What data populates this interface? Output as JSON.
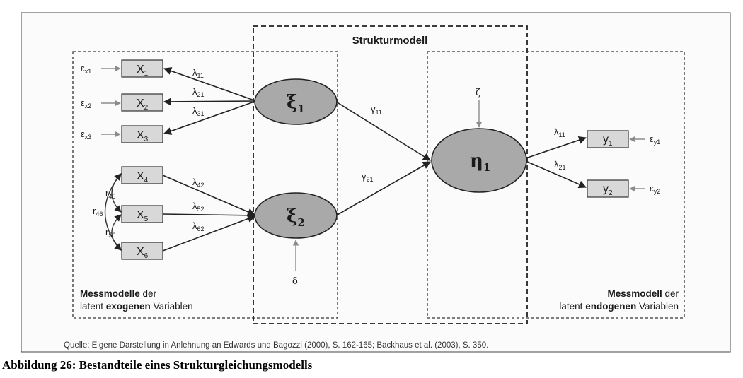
{
  "title": "Strukturmodell",
  "exo_caption": {
    "bold": "Messmodelle",
    "rest": " der",
    "line2_a": "latent ",
    "line2_b": "exogenen",
    "line2_c": " Variablen"
  },
  "endo_caption": {
    "bold": "Messmodell",
    "rest": " der",
    "line2_a": "latent ",
    "line2_b": "endogenen",
    "line2_c": " Variablen"
  },
  "exo_boxes": [
    {
      "base": "X",
      "sub": "1",
      "err_base": "ε",
      "err_sub": "x1"
    },
    {
      "base": "X",
      "sub": "2",
      "err_base": "ε",
      "err_sub": "x2"
    },
    {
      "base": "X",
      "sub": "3",
      "err_base": "ε",
      "err_sub": "x3"
    },
    {
      "base": "X",
      "sub": "4"
    },
    {
      "base": "X",
      "sub": "5"
    },
    {
      "base": "X",
      "sub": "6"
    }
  ],
  "endo_boxes": [
    {
      "base": "y",
      "sub": "1",
      "err_base": "ε",
      "err_sub": "y1"
    },
    {
      "base": "y",
      "sub": "2",
      "err_base": "ε",
      "err_sub": "y2"
    }
  ],
  "latents": [
    {
      "base": "ξ",
      "sub": "1"
    },
    {
      "base": "ξ",
      "sub": "2"
    },
    {
      "base": "η",
      "sub": "1"
    }
  ],
  "loadings": [
    {
      "base": "λ",
      "sub": "11"
    },
    {
      "base": "λ",
      "sub": "21"
    },
    {
      "base": "λ",
      "sub": "31"
    },
    {
      "base": "λ",
      "sub": "42"
    },
    {
      "base": "λ",
      "sub": "52"
    },
    {
      "base": "λ",
      "sub": "62"
    },
    {
      "base": "λ",
      "sub": "11"
    },
    {
      "base": "λ",
      "sub": "21"
    }
  ],
  "paths": [
    {
      "base": "γ",
      "sub": "11"
    },
    {
      "base": "γ",
      "sub": "21"
    }
  ],
  "correlations": [
    {
      "base": "r",
      "sub": "45"
    },
    {
      "base": "r",
      "sub": "46"
    },
    {
      "base": "r",
      "sub": "56"
    }
  ],
  "zeta": "ζ",
  "delta": "δ",
  "source": "Quelle: Eigene Darstellung in Anlehnung an Edwards und Bagozzi (2000), S. 162-165; Backhaus et al. (2003), S. 350.",
  "figure_caption": "Abbildung 26: Bestandteile eines Strukturgleichungsmodells",
  "colors": {
    "ellipse_fill": "#a9a9a9",
    "box_fill": "#d8d8d8",
    "line": "#222222",
    "error_arrow": "#8c8c8c",
    "frame": "#444444"
  }
}
